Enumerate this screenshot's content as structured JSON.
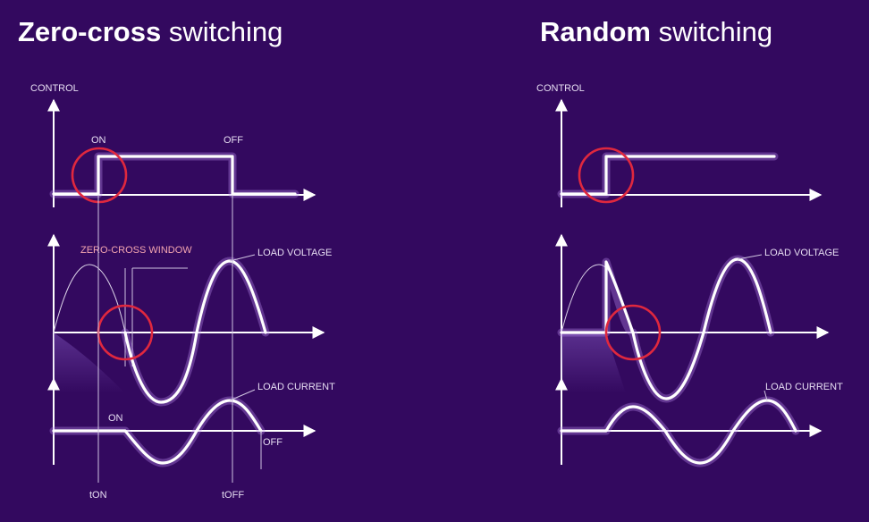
{
  "left_panel": {
    "title_bold": "Zero-cross",
    "title_rest": " switching",
    "control_label": "CONTROL",
    "on_label": "ON",
    "off_label": "OFF",
    "zero_cross_window_label": "ZERO-CROSS WINDOW",
    "load_voltage_label": "LOAD VOLTAGE",
    "load_current_label": "LOAD CURRENT",
    "current_on_label": "ON",
    "current_off_label": "OFF",
    "t_on_label": "tON",
    "t_off_label": "tOFF"
  },
  "right_panel": {
    "title_bold": "Random",
    "title_rest": " switching",
    "control_label": "CONTROL",
    "load_voltage_label": "LOAD VOLTAGE",
    "load_current_label": "LOAD CURRENT"
  },
  "colors": {
    "background": "#33095f",
    "signal": "#ffffff",
    "highlight_ring": "#e0283e",
    "zero_cross_label": "#f3a5b0"
  }
}
